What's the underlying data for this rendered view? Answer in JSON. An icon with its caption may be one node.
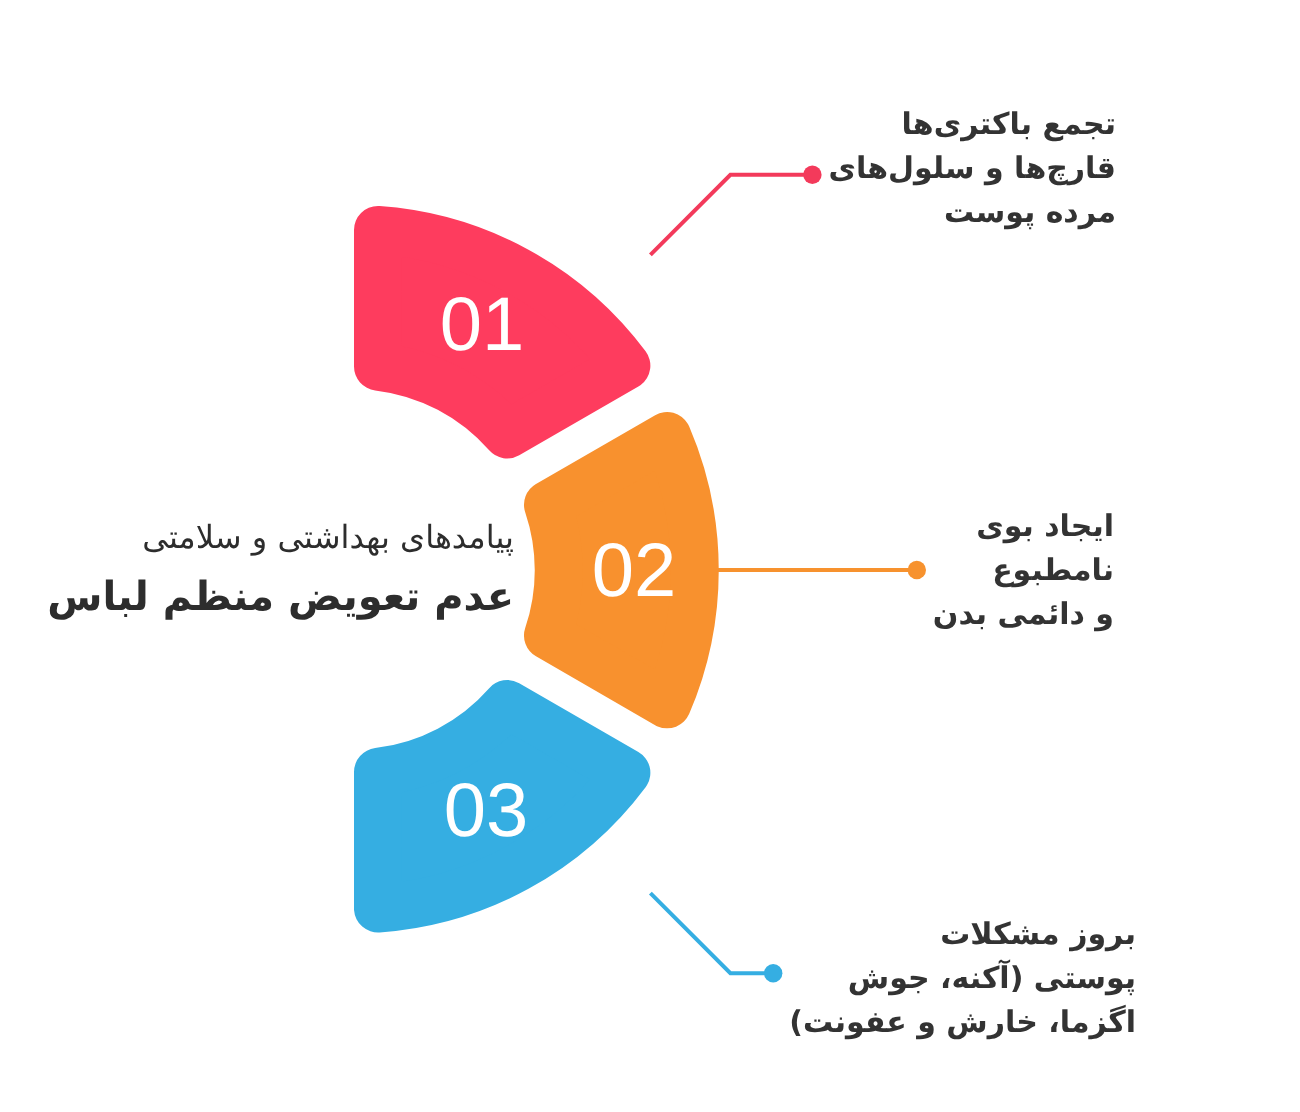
{
  "diagram": {
    "title": "پیامدهای بهداشتی و سلامتی **عدم تعویض منظم لباس**",
    "nodes": [
      {
        "text": [
          "01"
        ]
      },
      {
        "text": [
          "02"
        ]
      },
      {
        "text": [
          "03"
        ]
      },
      {
        "text": [
          "تجمع باکتری‌ها قارچ‌ها و سلول‌های مرده پوست"
        ]
      },
      {
        "text": [
          "ایجاد بوی نامطبوع و دائمی بدن"
        ]
      },
      {
        "text": [
          "بروز مشکلات پوستی (آکنه، جوش اگزما، خارش و عفونت)"
        ]
      }
    ],
    "edges": [
      {
        "from": 0,
        "to": 3,
        "arrow": "other",
        "color": "#f33a5b"
      },
      {
        "from": 1,
        "to": 4,
        "arrow": "other",
        "color": "#f7922e"
      },
      {
        "from": 2,
        "to": 5,
        "arrow": "other",
        "color": "#35aee2"
      }
    ]
  }
}
